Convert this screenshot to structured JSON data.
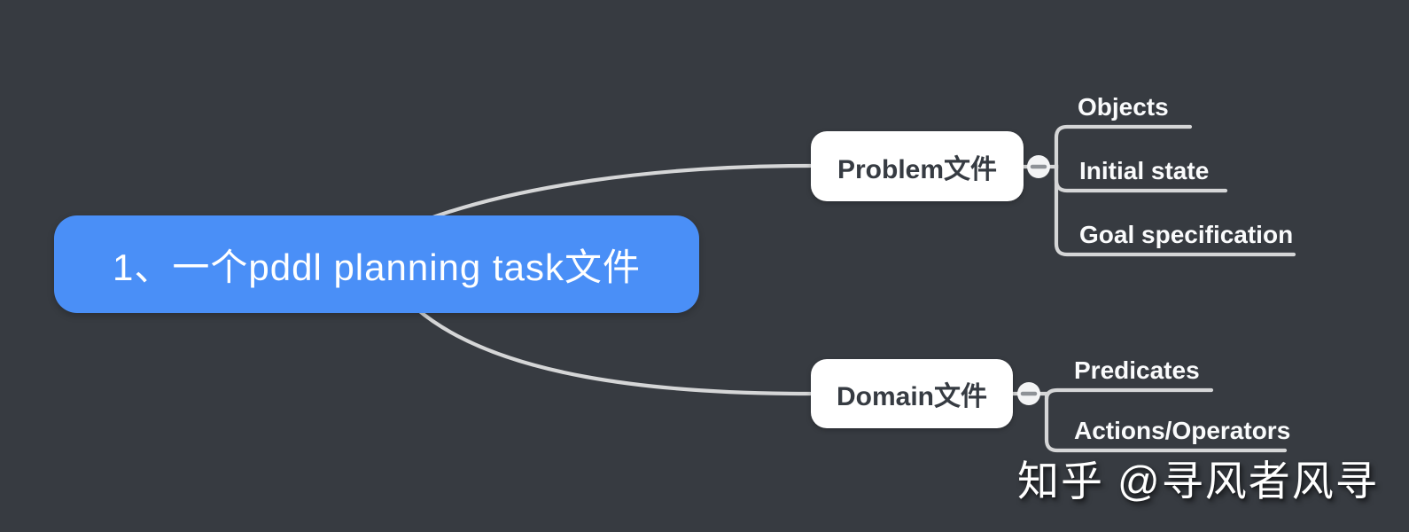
{
  "colors": {
    "background": "#373b41",
    "accent": "#4a8ff7",
    "node_bg": "#ffffff",
    "node_text": "#363b42",
    "edge": "#d5d6d7",
    "minus": "#8e9297"
  },
  "mindmap": {
    "root": {
      "label": "1、一个pddl planning task文件"
    },
    "branches": [
      {
        "label": "Problem文件",
        "collapse_icon": "minus-icon",
        "children": [
          {
            "label": "Objects"
          },
          {
            "label": "Initial state"
          },
          {
            "label": "Goal specification"
          }
        ]
      },
      {
        "label": "Domain文件",
        "collapse_icon": "minus-icon",
        "children": [
          {
            "label": "Predicates"
          },
          {
            "label": "Actions/Operators"
          }
        ]
      }
    ]
  },
  "watermark": {
    "text": "知乎 @寻风者风寻"
  }
}
